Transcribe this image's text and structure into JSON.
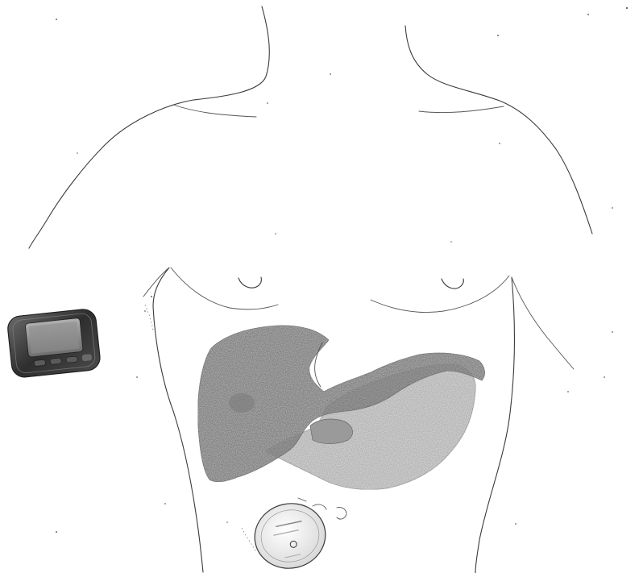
{
  "figure": {
    "subjects": [
      "torso-outline",
      "liver",
      "stomach",
      "glucose-monitor-receiver",
      "sensor-transmitter-patch"
    ],
    "colors": {
      "line": "#3a3a3a",
      "liver": "#8a8a8a",
      "stomach": "#c8c8c8",
      "device_body": "#3c3c3c",
      "device_screen": "#9a9a9a",
      "patch": "#f2f2f2"
    }
  }
}
